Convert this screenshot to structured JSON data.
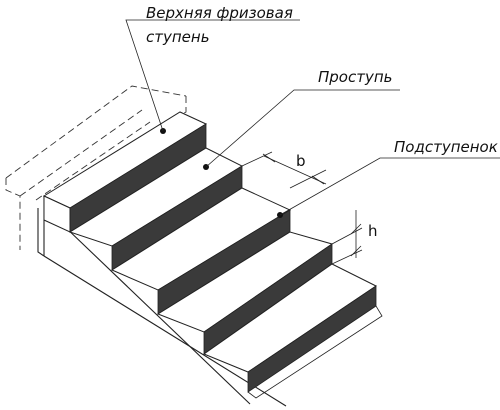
{
  "labels": {
    "frieze_step_line1": "Верхняя фризовая",
    "frieze_step_line2": "ступень",
    "tread": "Проступь",
    "riser": "Подступенок",
    "dim_b": "b",
    "dim_h": "h"
  }
}
